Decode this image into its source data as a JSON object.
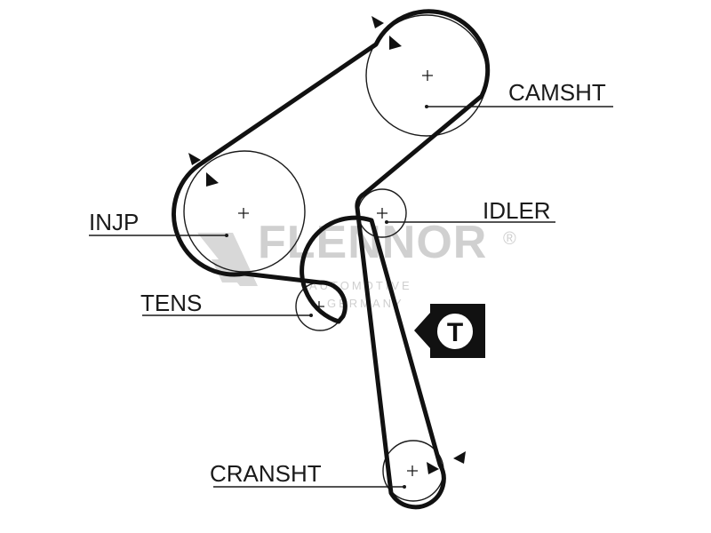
{
  "watermark": {
    "brand": "FLENNOR",
    "registered": "®",
    "line1": "AUTOMOTIVE",
    "line2": "GERMANY"
  },
  "labels": {
    "camshaft": "CAMSHT",
    "idler": "IDLER",
    "injection_pump": "INJP",
    "tensioner": "TENS",
    "crankshaft": "CRANSHT"
  },
  "tensioner_marker": {
    "letter": "T"
  }
}
